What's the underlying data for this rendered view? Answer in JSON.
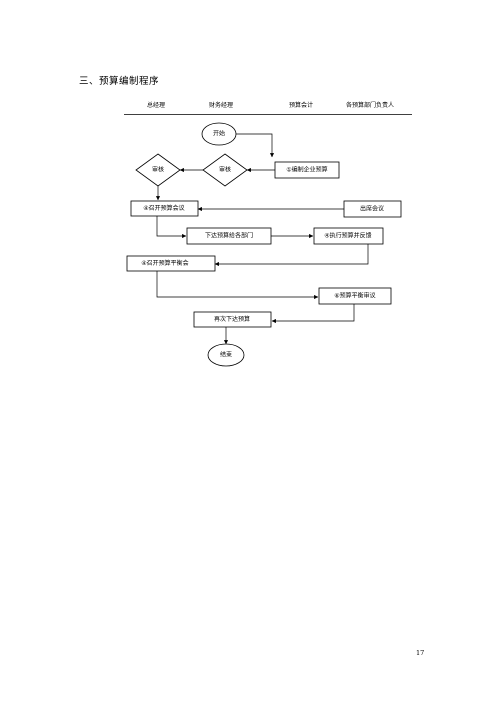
{
  "section_title": "三、预算编制程序",
  "lanes": [
    "总经理",
    "财务经理",
    "预算会计",
    "各预算部门负责人"
  ],
  "nodes": {
    "start": "开始",
    "draft_budget": "①编制企业预算",
    "review_finance": "审核",
    "review_gm": "审核",
    "hold_budget_meeting": "④召开预算会议",
    "attend_meeting": "出席会议",
    "issue_budget": "下达预算给各部门",
    "execute_feedback": "④执行预算并反馈",
    "hold_balance_meeting": "④召开预算平衡会",
    "balance_review": "⑥预算平衡审议",
    "reissue_budget": "再次下达预算",
    "end": "结束"
  },
  "page_number": "17"
}
